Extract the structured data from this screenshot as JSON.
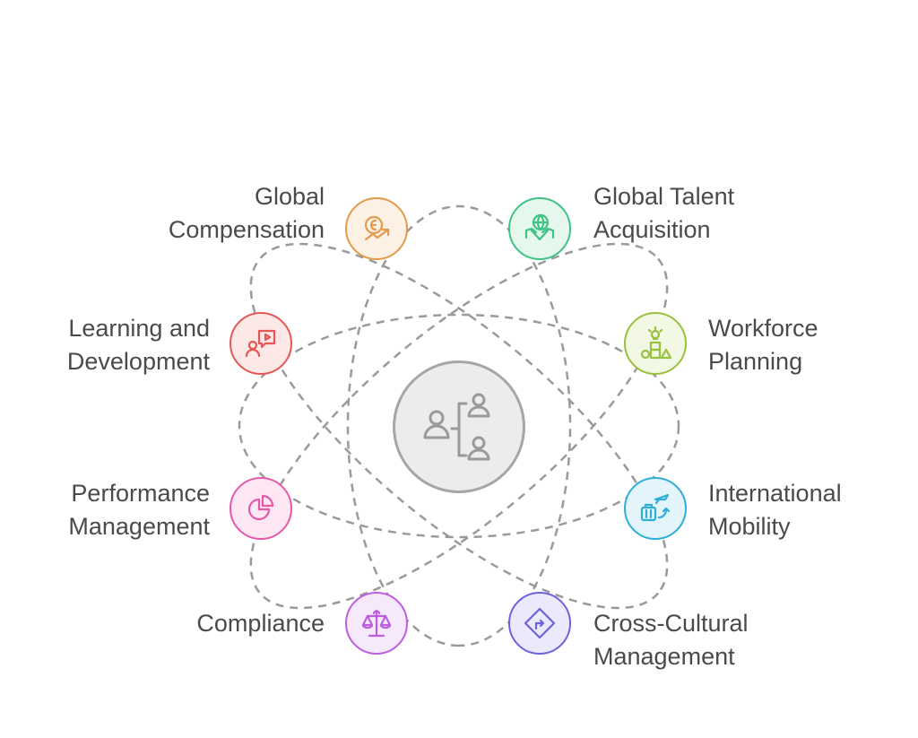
{
  "diagram": {
    "center": {
      "icon": "team-hierarchy-icon"
    },
    "items": [
      {
        "label": "Global\nCompensation",
        "icon": "coin-growth-icon",
        "color": "#e39a4b",
        "fill": "#fdf1e5"
      },
      {
        "label": "Global Talent\nAcquisition",
        "icon": "globe-handshake-icon",
        "color": "#3ec383",
        "fill": "#e6f7ee"
      },
      {
        "label": "Learning and\nDevelopment",
        "icon": "video-lesson-icon",
        "color": "#e55656",
        "fill": "#fde8e8"
      },
      {
        "label": "Workforce\nPlanning",
        "icon": "shapes-lightbulb-icon",
        "color": "#98c13f",
        "fill": "#f2f8e4"
      },
      {
        "label": "Performance\nManagement",
        "icon": "pie-chart-icon",
        "color": "#e45aa9",
        "fill": "#fde7f2"
      },
      {
        "label": "International\nMobility",
        "icon": "luggage-plane-icon",
        "color": "#2eaed8",
        "fill": "#e3f4fb"
      },
      {
        "label": "Compliance",
        "icon": "balance-scale-icon",
        "color": "#bb5fdf",
        "fill": "#f5e9fb"
      },
      {
        "label": "Cross-Cultural\nManagement",
        "icon": "road-sign-icon",
        "color": "#6c62de",
        "fill": "#ebe9fb"
      }
    ]
  }
}
